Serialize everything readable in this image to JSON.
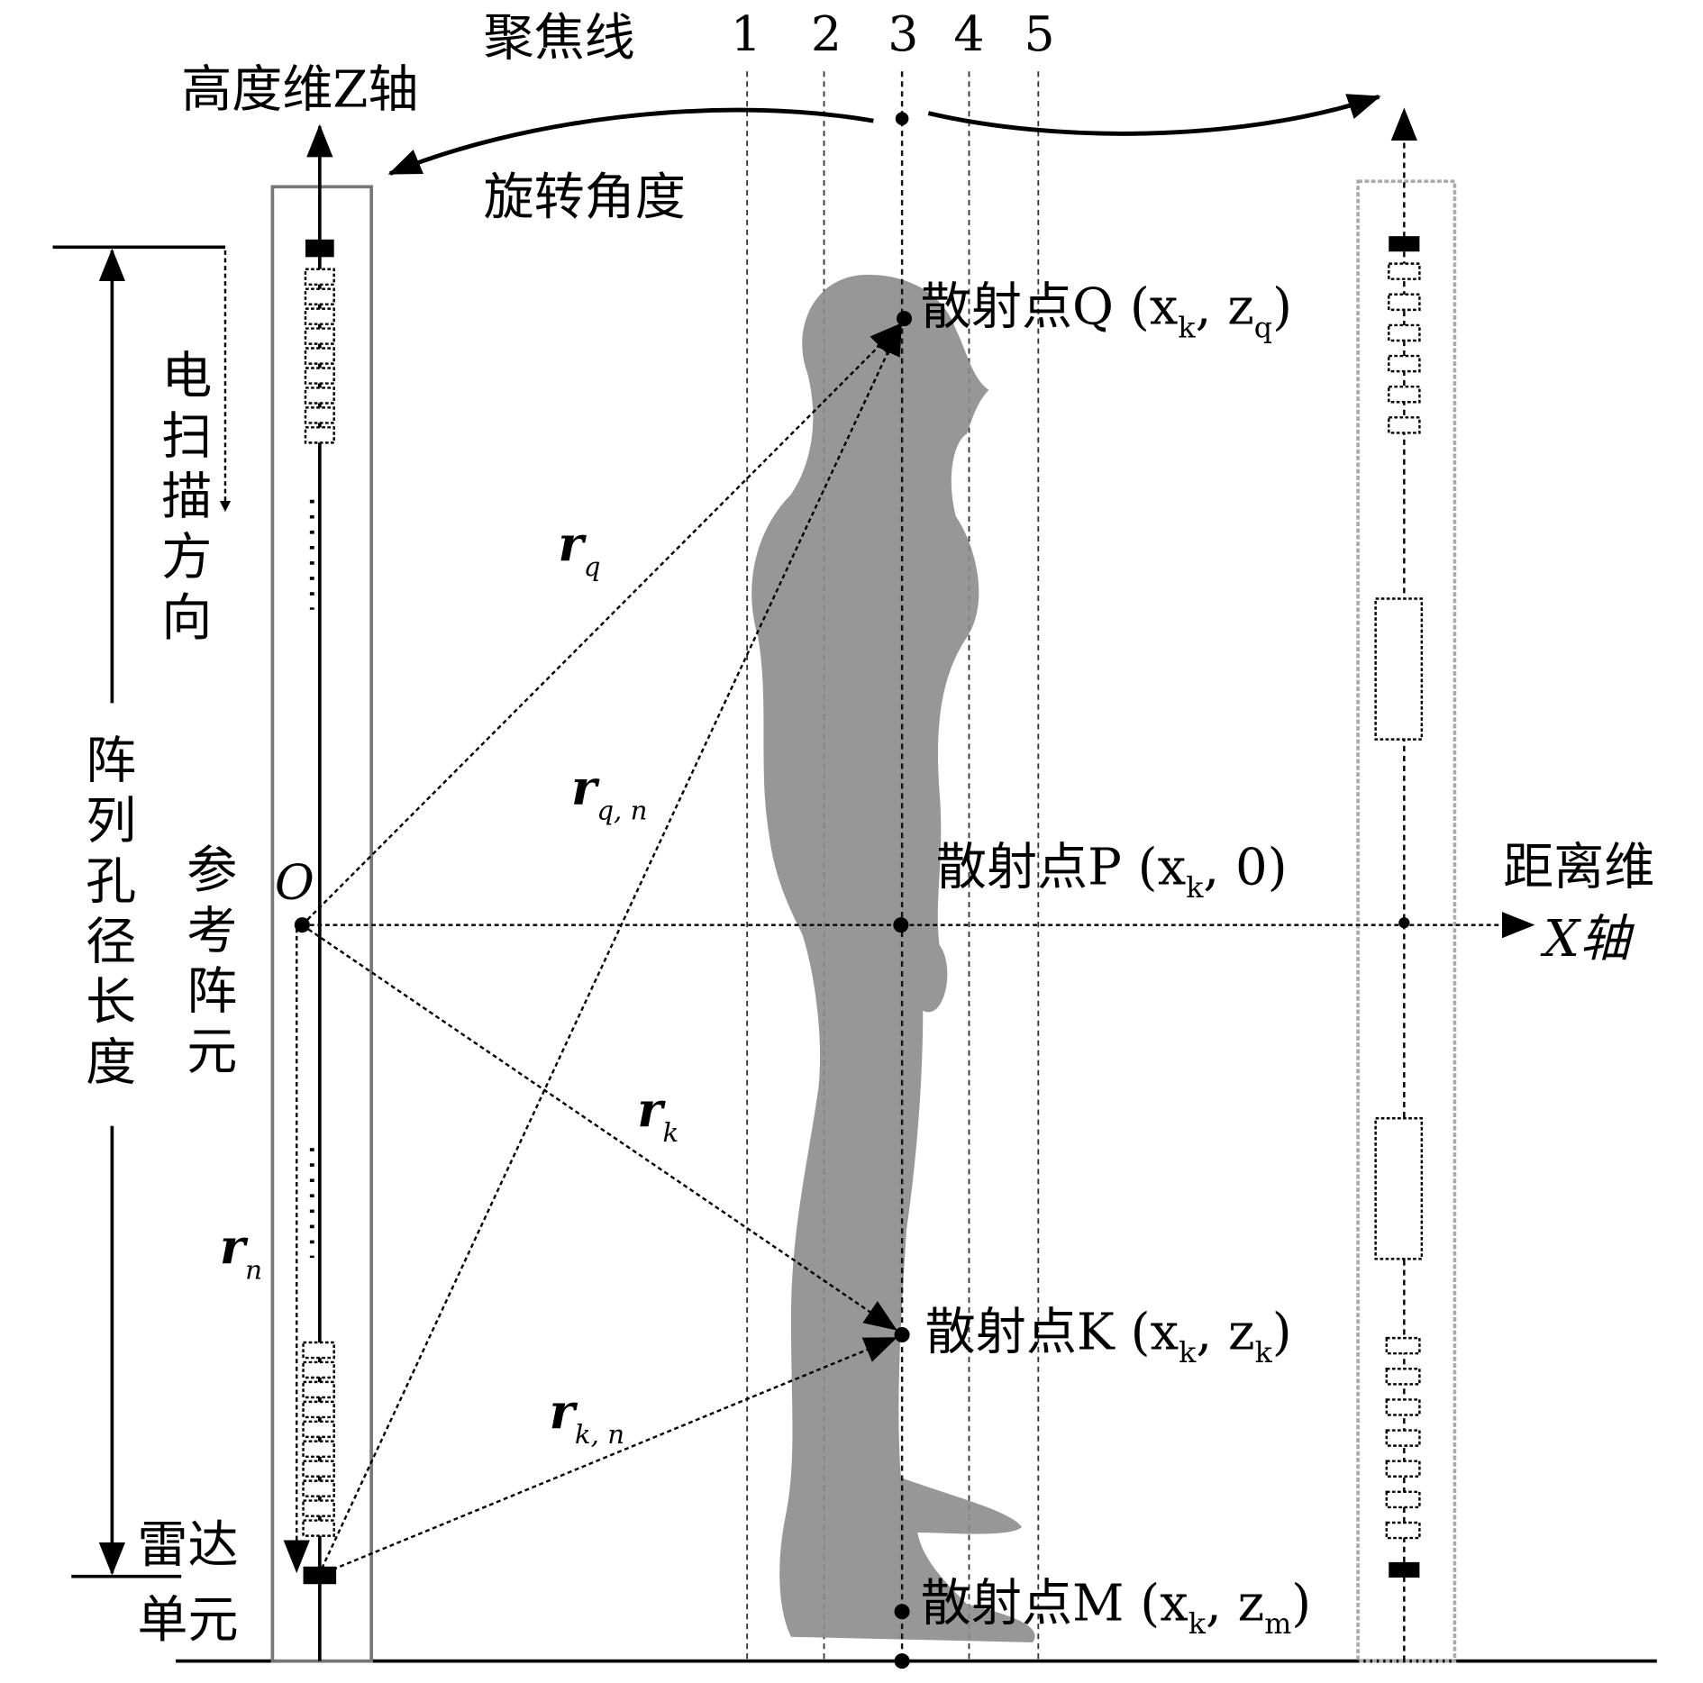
{
  "labels": {
    "focus_lines": "聚焦线",
    "line_numbers": [
      "1",
      "2",
      "3",
      "4",
      "5"
    ],
    "z_axis": "高度维Z轴",
    "rotation": "旋转角度",
    "scan_dir": [
      "电",
      "扫",
      "描",
      "方",
      "向"
    ],
    "aperture": [
      "阵",
      "列",
      "孔",
      "径",
      "长",
      "度"
    ],
    "ref_element": [
      "参",
      "考",
      "阵",
      "元"
    ],
    "origin": "O",
    "radar_unit": [
      "雷达",
      "单元"
    ],
    "x_axis": [
      "距离维",
      "X轴"
    ],
    "pt_q": "散射点Q (x",
    "pt_q_sub": "k",
    "pt_q_end": ", z",
    "pt_q_sub2": "q",
    "pt_p": "散射点P (x",
    "pt_p_end": ", 0)",
    "pt_k": "散射点K (x",
    "pt_k_end": ", z",
    "pt_m": "散射点M (x",
    "pt_m_end": ", z",
    "pt_m_sub2": "m",
    "close": ")",
    "r": "r",
    "r_q": "q",
    "r_qn": "q, n",
    "r_k": "k",
    "r_kn": "k, n",
    "r_n": "n"
  },
  "colors": {
    "body": "#8c8c8c",
    "panel": "#e8e8e8"
  }
}
